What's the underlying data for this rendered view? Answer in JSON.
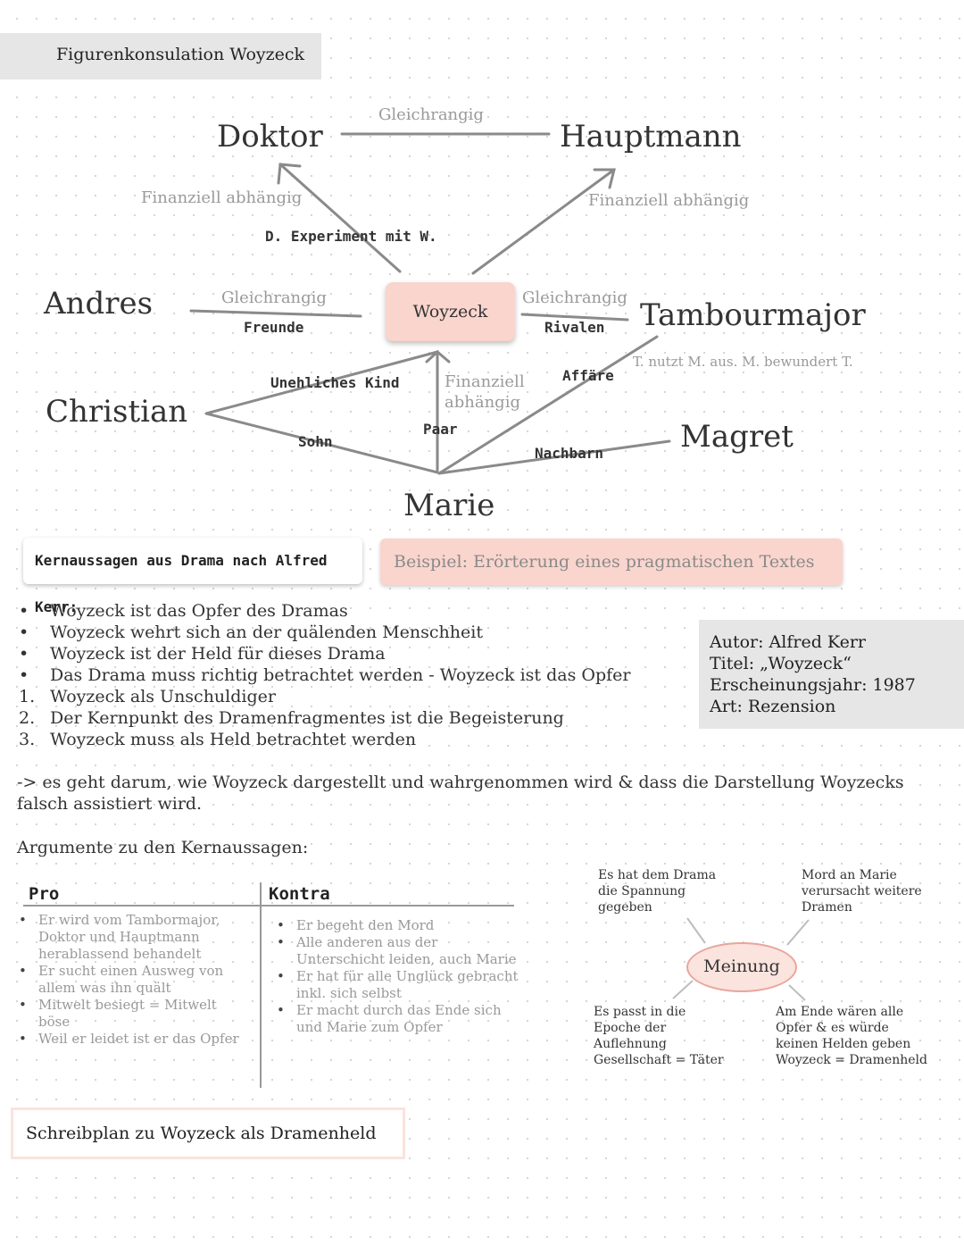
{
  "title": "Figurenkonsulation Woyzeck",
  "diagram": {
    "nodes": {
      "doktor": "Doktor",
      "hauptmann": "Hauptmann",
      "andres": "Andres",
      "woyzeck": "Woyzeck",
      "tambourmajor": "Tambourmajor",
      "christian": "Christian",
      "magret": "Magret",
      "marie": "Marie"
    },
    "relations": {
      "doktor_hauptmann": "Gleichrangig",
      "doktor_finanziell": "Finanziell abhängig",
      "hauptmann_finanziell": "Finanziell abhängig",
      "experiment": "D. Experiment mit W.",
      "andres_gleichrangig": "Gleichrangig",
      "andres_freunde": "Freunde",
      "tambour_gleichrangig": "Gleichrangig",
      "tambour_rivalen": "Rivalen",
      "tambour_marie": "T. nutzt M. aus. M. bewundert T.",
      "unehelich": "Unehliches Kind",
      "sohn": "Sohn",
      "marie_finanziell_1": "Finanziell",
      "marie_finanziell_2": "abhängig",
      "paar": "Paar",
      "affaere": "Affäre",
      "nachbarn": "Nachbarn"
    }
  },
  "kernaussagen_label": "Kernaussagen aus Drama nach Alfred Kerr:",
  "beispiel_label": "Beispiel: Erörterung eines pragmatischen Textes",
  "bullets": [
    {
      "marker": "•",
      "text": "Woyzeck ist das Opfer des Dramas"
    },
    {
      "marker": "•",
      "text": "Woyzeck wehrt sich an der quälenden Menschheit"
    },
    {
      "marker": "•",
      "text": "Woyzeck ist der Held für dieses Drama"
    },
    {
      "marker": "•",
      "text": "Das Drama muss richtig betrachtet werden - Woyzeck ist das Opfer"
    },
    {
      "marker": "1.",
      "text": "Woyzeck als Unschuldiger"
    },
    {
      "marker": "2.",
      "text": "Der Kernpunkt des Dramenfragmentes ist die Begeisterung"
    },
    {
      "marker": "3.",
      "text": "Woyzeck muss als Held betrachtet werden"
    }
  ],
  "info": {
    "autor": "Autor: Alfred Kerr",
    "titel": "Titel: „Woyzeck“",
    "jahr": "Erscheinungsjahr: 1987",
    "art": "Art: Rezension"
  },
  "note": "-> es geht darum, wie Woyzeck dargestellt und wahrgenommen wird & dass die Darstellung Woyzecks falsch assistiert wird.",
  "argumente_heading": "Argumente zu den Kernaussagen:",
  "pro": {
    "heading": "Pro",
    "items": [
      [
        "Er wird vom Tambormajor,",
        "Doktor und Hauptmann",
        "herablassend behandelt"
      ],
      [
        "Er sucht einen Ausweg von",
        "allem was ihn quält"
      ],
      [
        "Mitwelt besiegt = Mitwelt",
        "böse"
      ],
      [
        "Weil er leidet ist er das Opfer"
      ]
    ]
  },
  "kontra": {
    "heading": "Kontra",
    "items": [
      [
        "Er begeht den Mord"
      ],
      [
        "Alle anderen aus der",
        "Unterschicht leiden, auch Marie"
      ],
      [
        "Er hat für alle Unglück gebracht",
        "inkl. sich selbst"
      ],
      [
        "Er macht durch das Ende sich",
        "und Marie zum Opfer"
      ]
    ]
  },
  "mindmap": {
    "center": "Meinung",
    "top_left": [
      "Es hat dem Drama",
      "die Spannung",
      "gegeben"
    ],
    "top_right": [
      "Mord an Marie",
      "verursacht weitere",
      "Dramen"
    ],
    "bottom_left": [
      "Es passt in die",
      "Epoche der",
      "Auflehnung",
      "Gesellschaft = Täter"
    ],
    "bottom_right": [
      "Am Ende wären alle",
      "Opfer & es würde",
      "keinen Helden geben",
      "Woyzeck = Dramenheld"
    ]
  },
  "schreibplan": "Schreibplan zu Woyzeck als Dramenheld"
}
